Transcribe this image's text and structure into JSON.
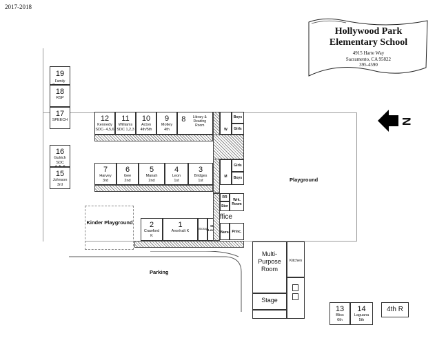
{
  "year_label": "2017-2018",
  "banner": {
    "title_line1": "Hollywood Park",
    "title_line2": "Elementary School",
    "address": "4915 Harte Way",
    "city": "Sacramento, CA 95822",
    "phone": "395-4590"
  },
  "compass": {
    "letter": "N",
    "direction_shown": "north-arrow-pointing-left"
  },
  "rooms": {
    "r19": {
      "num": "19",
      "name": "Family Resource Rm"
    },
    "r18": {
      "num": "18",
      "name": "RSP"
    },
    "r17": {
      "num": "17",
      "name": "SPEECH"
    },
    "r16": {
      "num": "16",
      "name": "Gulrich SDC",
      "sub": "4, 5, 6"
    },
    "r15": {
      "num": "15",
      "name": "Johnson",
      "sub": "3rd"
    },
    "r12": {
      "num": "12",
      "name": "Kennedy",
      "sub": "SDC- 4,5,6"
    },
    "r11": {
      "num": "11",
      "name": "Williams",
      "sub": "SDC 1,2,3"
    },
    "r10": {
      "num": "10",
      "name": "Acton",
      "sub": "4th/5th"
    },
    "r9": {
      "num": "9",
      "name": "Motley",
      "sub": "4th"
    },
    "r8": {
      "num": "8",
      "name": "Library & Reading Room"
    },
    "r7": {
      "num": "7",
      "name": "Harvey",
      "sub": "3rd"
    },
    "r6": {
      "num": "6",
      "name": "Gee",
      "sub": "2nd"
    },
    "r5": {
      "num": "5",
      "name": "Manah",
      "sub": "2nd"
    },
    "r4": {
      "num": "4",
      "name": "Leon",
      "sub": "1st"
    },
    "r3": {
      "num": "3",
      "name": "Bridges",
      "sub": "1st"
    },
    "r2": {
      "num": "2",
      "name": "Crawford",
      "sub": "K"
    },
    "r1": {
      "num": "1",
      "name": "Aronhalt K"
    },
    "r13": {
      "num": "13",
      "name": "Bliss",
      "sub": "6th"
    },
    "r14": {
      "num": "14",
      "name": "Laguana",
      "sub": "5th"
    },
    "r4thr": {
      "num": "4th R"
    }
  },
  "small_rooms": {
    "boys_top": "Boys",
    "girls_top": "Girls",
    "w": "W",
    "girls_mid": "Girls",
    "boys_mid": "Boys",
    "m": "M",
    "rr": "RR",
    "stor": "Stor",
    "wrk_room": "Wrk. Room",
    "nurse": "Nurse",
    "princ": "Princ.",
    "storage": "Storage",
    "staff_lounge": "Staff Lounge",
    "kitchen": "Kitchen"
  },
  "areas": {
    "office": "Office",
    "playground": "Playground",
    "kinder_playground": "Kinder Playground",
    "parking": "Parking",
    "multipurpose": "Multi- Purpose Room",
    "stage": "Stage"
  }
}
